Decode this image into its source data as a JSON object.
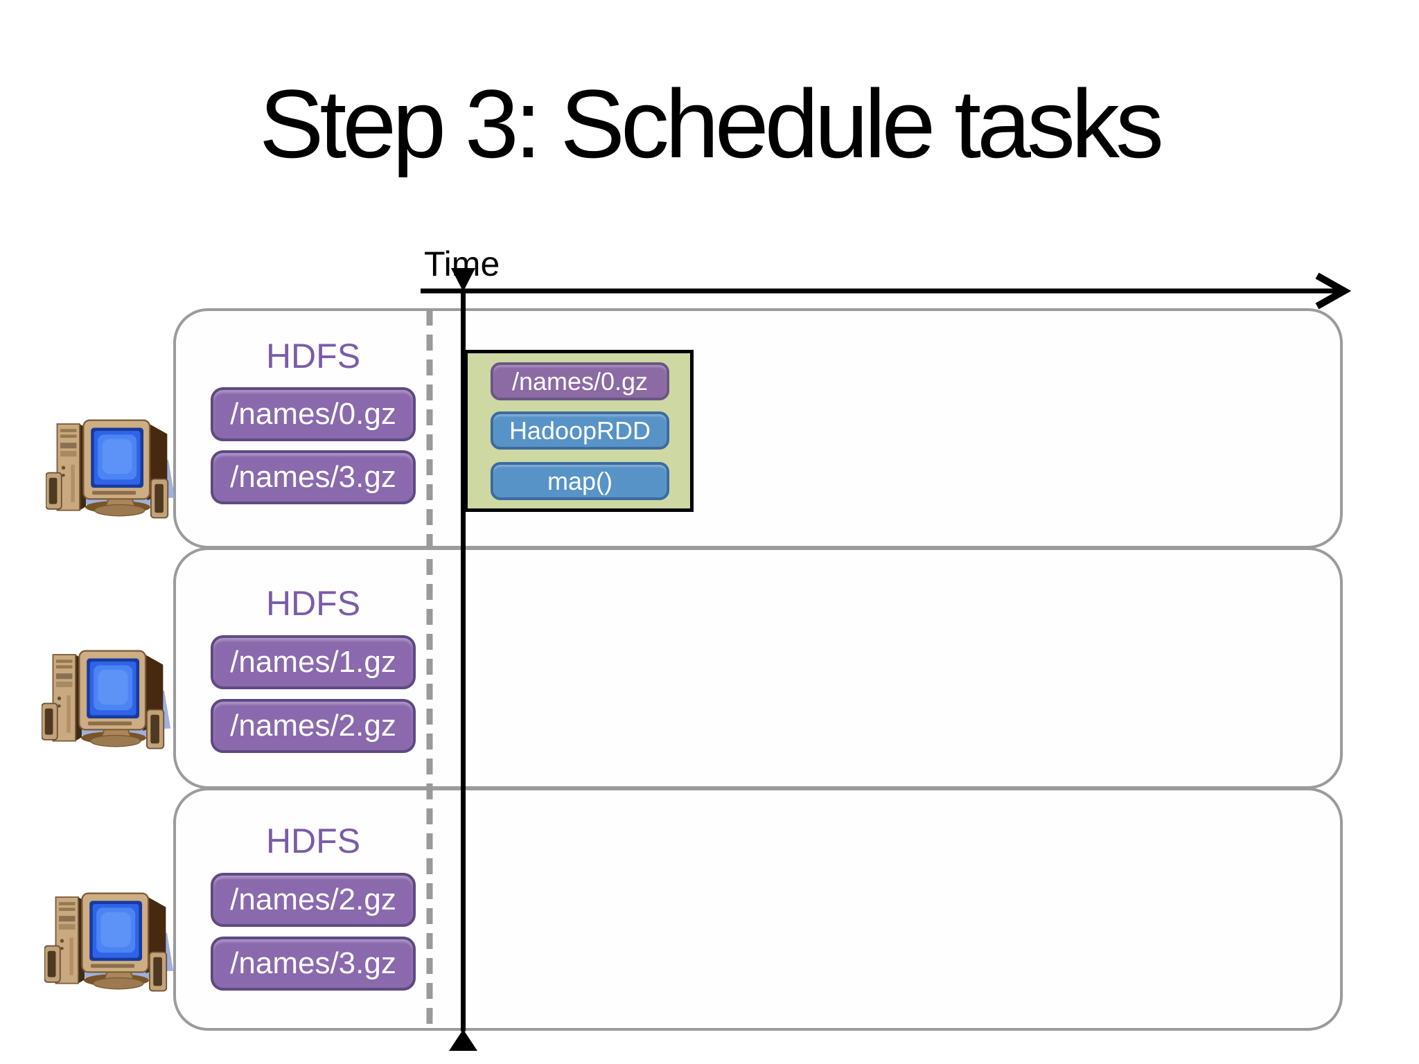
{
  "slide": {
    "title": "Step 3: Schedule tasks"
  },
  "timeline": {
    "label": "Time"
  },
  "task_box": {
    "items": [
      {
        "label": "/names/0.gz",
        "kind": "file-partition"
      },
      {
        "label": "HadoopRDD",
        "kind": "rdd-operation"
      },
      {
        "label": "map()",
        "kind": "rdd-operation"
      }
    ]
  },
  "nodes": [
    {
      "title": "HDFS",
      "files": [
        "/names/0.gz",
        "/names/3.gz"
      ]
    },
    {
      "title": "HDFS",
      "files": [
        "/names/1.gz",
        "/names/2.gz"
      ]
    },
    {
      "title": "HDFS",
      "files": [
        "/names/2.gz",
        "/names/3.gz"
      ]
    }
  ],
  "colors": {
    "hdfs_text": "#7a5ca8",
    "file_pill_fill": "#8a69ad",
    "file_pill_border": "#5e4a82",
    "rdd_pill_fill": "#5893c7",
    "rdd_pill_border": "#3b6ba1",
    "task_box_fill": "#cdd8a3",
    "task_box_border": "#000000",
    "node_box_border": "#9b9b9b",
    "dashed_line": "#999999",
    "axis_line": "#000000"
  }
}
